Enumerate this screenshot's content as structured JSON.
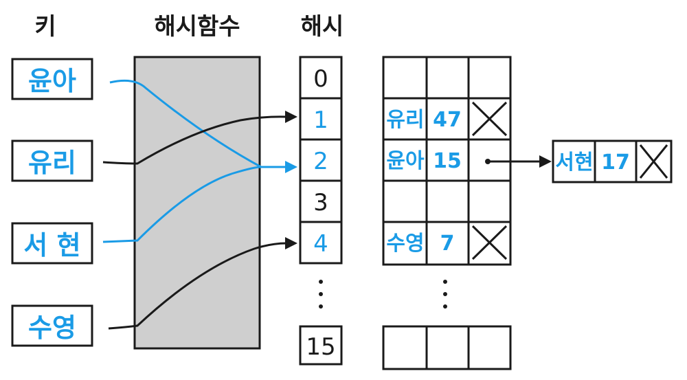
{
  "headers": {
    "key": "키",
    "hash_function": "해시함수",
    "hash": "해시"
  },
  "keys": [
    "윤아",
    "유리",
    "서 현",
    "수영"
  ],
  "hash_indices": [
    "0",
    "1",
    "2",
    "3",
    "4",
    "15"
  ],
  "table_entries": {
    "yuri": {
      "name": "유리",
      "value": "47"
    },
    "yoona": {
      "name": "윤아",
      "value": "15"
    },
    "sooyoung": {
      "name": "수영",
      "value": "7"
    }
  },
  "chained_node": {
    "name": "서현",
    "value": "17"
  },
  "colors": {
    "blue": "#1a9be6",
    "ink": "#1a1a1a",
    "function_fill": "#cfcfcf"
  }
}
